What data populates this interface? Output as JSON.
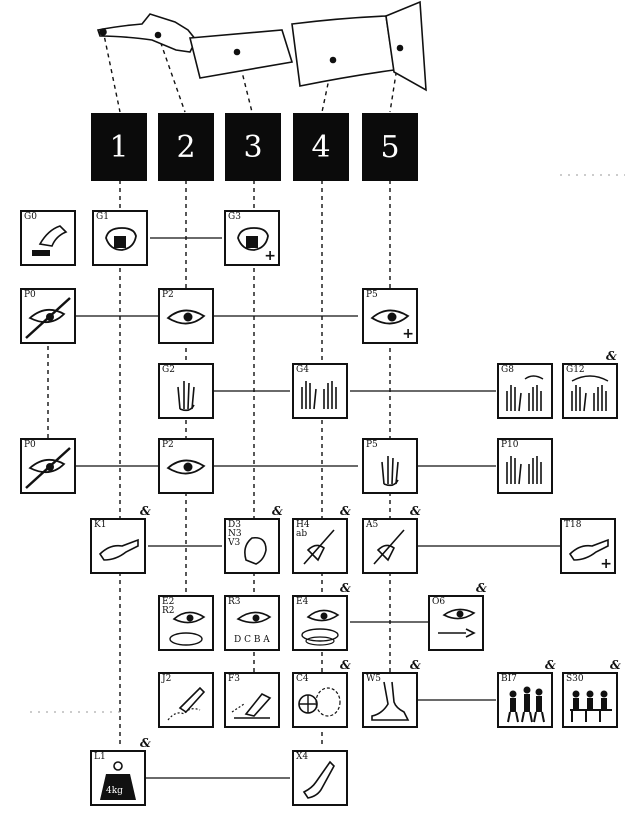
{
  "columns": [
    "1",
    "2",
    "3",
    "4",
    "5"
  ],
  "cards": {
    "g0": {
      "code": "G0"
    },
    "g1": {
      "code": "G1"
    },
    "g3": {
      "code": "G3"
    },
    "p0a": {
      "code": "P0"
    },
    "p2a": {
      "code": "P2"
    },
    "p5a": {
      "code": "P5"
    },
    "g2": {
      "code": "G2"
    },
    "g4": {
      "code": "G4"
    },
    "g8": {
      "code": "G8"
    },
    "g12": {
      "code": "G12"
    },
    "p0b": {
      "code": "P0"
    },
    "p2b": {
      "code": "P2"
    },
    "p5b": {
      "code": "P5"
    },
    "p10": {
      "code": "P10"
    },
    "k1": {
      "code": "K1"
    },
    "d3": {
      "code": "D3\nN3\nV3"
    },
    "h4": {
      "code": "H4\nab"
    },
    "a5": {
      "code": "A5"
    },
    "t18": {
      "code": "T18"
    },
    "e2": {
      "code": "E2\nR2"
    },
    "r3": {
      "code": "R3",
      "note": "D C B A"
    },
    "e4": {
      "code": "E4"
    },
    "o6": {
      "code": "O6"
    },
    "j2": {
      "code": "J2"
    },
    "f3": {
      "code": "F3"
    },
    "c4": {
      "code": "C4"
    },
    "w5": {
      "code": "W5"
    },
    "b17": {
      "code": "BI7"
    },
    "s30": {
      "code": "S30"
    },
    "l1": {
      "code": "L1",
      "note": "4kg"
    },
    "x4": {
      "code": "X4"
    }
  },
  "marks": {
    "amp": "&",
    "plus": "+"
  },
  "colors": {
    "ink": "#111111",
    "header_bg": "#0b0b0b",
    "header_text": "#ffffff"
  }
}
